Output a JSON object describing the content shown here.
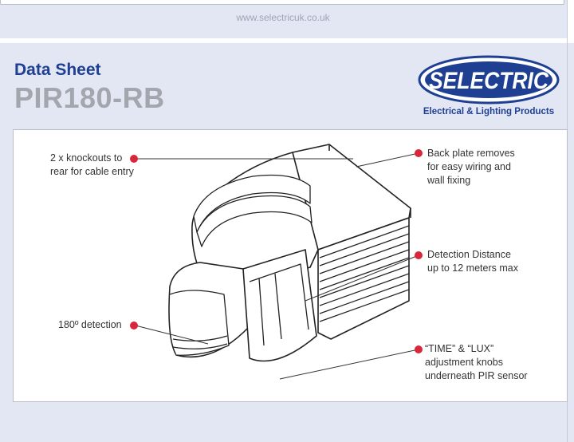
{
  "header": {
    "website": "www.selectricuk.co.uk",
    "doc_type": "Data Sheet",
    "model": "PIR180-RB"
  },
  "logo": {
    "wordmark": "SELECTRIC",
    "tagline": "Electrical & Lighting Products",
    "brand_color": "#1e3f92"
  },
  "callouts": {
    "knockouts": [
      "2 x knockouts to",
      "rear for cable entry"
    ],
    "back_plate": [
      "Back plate removes",
      "for easy wiring and",
      "wall fixing"
    ],
    "detection_distance": [
      "Detection Distance",
      "up to 12 meters max"
    ],
    "detection_angle": [
      "180º detection"
    ],
    "adjustment": [
      "“TIME” & “LUX”",
      "adjustment knobs",
      "underneath PIR sensor"
    ],
    "dot_color": "#d8263a"
  }
}
